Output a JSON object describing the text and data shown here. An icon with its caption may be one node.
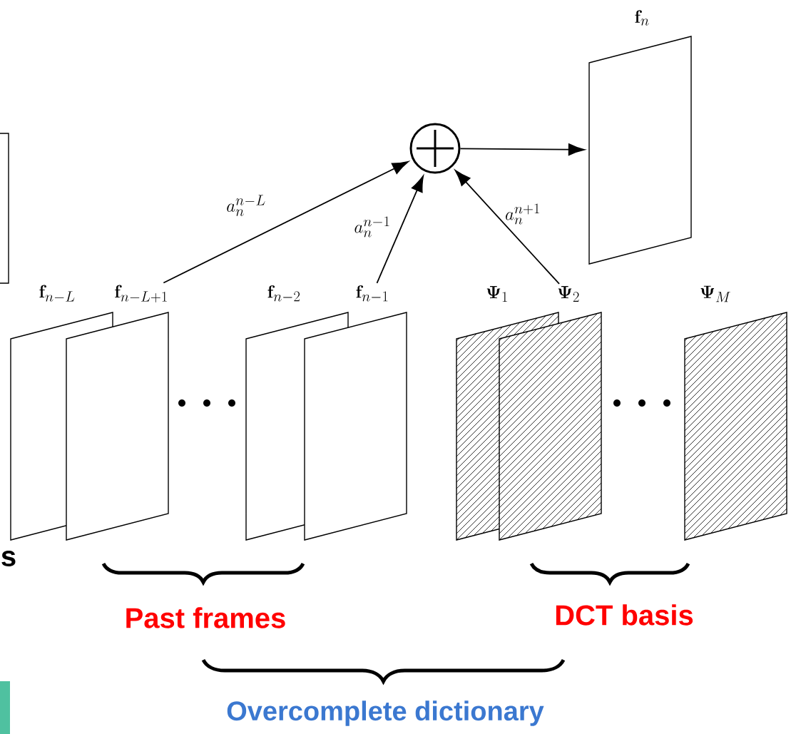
{
  "diagram": {
    "nodes": [
      {
        "text": [
          "\\mathbf{f}_{n}"
        ]
      },
      {
        "text": [],
        "shape": "circle"
      },
      {
        "text": [
          "\\mathbf{f}_{n-L}"
        ]
      },
      {
        "text": [
          "\\mathbf{f}_{n-L+1}"
        ]
      },
      {
        "text": [
          "\\mathbf{f}_{n-2}"
        ]
      },
      {
        "text": [
          "\\mathbf{f}_{n-1}"
        ]
      },
      {
        "text": [
          "\\mathbf{\\Psi}_{1}"
        ]
      },
      {
        "text": [
          "\\mathbf{\\Psi}_{2}"
        ]
      },
      {
        "text": [
          "\\mathbf{\\Psi}_{M}"
        ]
      }
    ],
    "edges": [
      {
        "from": 1,
        "to": 0,
        "arrow": "to"
      },
      {
        "from": 3,
        "to": 1,
        "arrow": "to",
        "label": "a_{n}^{n-L}"
      },
      {
        "from": 5,
        "to": 1,
        "arrow": "to",
        "label": "a_{n}^{n-1}"
      },
      {
        "from": 7,
        "to": 1,
        "arrow": "to",
        "label": "a_{n}^{n+1}"
      }
    ],
    "labels": [
      "s",
      "Past frames",
      "DCT basis",
      "Overcomplete dictionary"
    ]
  }
}
